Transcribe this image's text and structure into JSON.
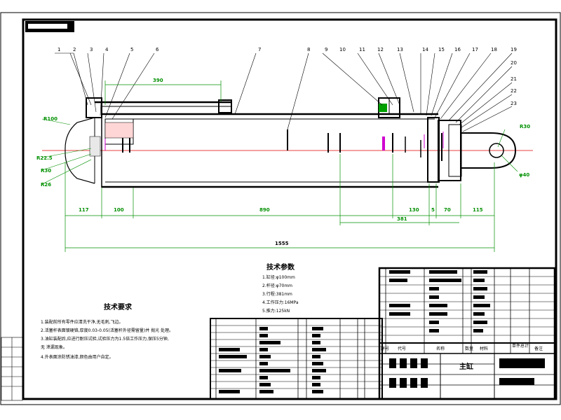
{
  "part_numbers": [
    "1",
    "2",
    "3",
    "4",
    "5",
    "6",
    "7",
    "8",
    "9",
    "10",
    "11",
    "12",
    "13",
    "14",
    "15",
    "16",
    "17",
    "18",
    "19",
    "20",
    "21",
    "22",
    "23"
  ],
  "dimensions": {
    "bottom": [
      "117",
      "100",
      "890",
      "130",
      "5",
      "70",
      "115"
    ],
    "overall": "1555",
    "stroke": "381",
    "top_green": "390"
  },
  "radius_labels": {
    "r100": "R100",
    "r22": "R22.5",
    "r30": "R30",
    "r26": "R26",
    "r30_end": "R30",
    "phi": "φ40"
  },
  "tech_req": {
    "title": "技术要求",
    "lines": [
      "1.装配前所有零件应清洗干净,无毛刺,飞边。",
      "2.活塞杆表面镀硬铬,厚度0.03-0.05(活塞杆外径需留量)并 抛光 处理。",
      "3.油缸装配后,应进行耐压试验,试验压力为1.5倍工作压力,保压5分钟,",
      "  无 泄漏现象。",
      "4.外表面涂防锈油漆,颜色由用户自定。"
    ]
  },
  "tech_spec": {
    "title": "技术参数",
    "lines": [
      "1.缸径:φ100mm",
      "2.杆径:φ70mm",
      "3.行程:381mm",
      "4.工作压力:16MPa",
      "5.推力:125kN"
    ]
  },
  "title_block": {
    "drawing_name": "主缸",
    "col_labels": [
      "序号",
      "代号",
      "名称",
      "数量",
      "材料",
      "单件",
      "总计",
      "备注"
    ]
  }
}
